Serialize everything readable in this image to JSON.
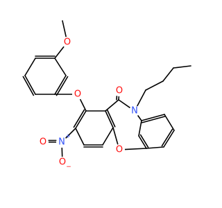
{
  "molecule": {
    "atoms": {
      "o_methoxy": {
        "symbol": "O",
        "color": "#ff0d0d"
      },
      "o_ether_aryl": {
        "symbol": "O",
        "color": "#ff0d0d"
      },
      "o_carbonyl": {
        "symbol": "O",
        "color": "#ff0d0d"
      },
      "n_amide": {
        "symbol": "N",
        "color": "#3050f8"
      },
      "o_ring": {
        "symbol": "O",
        "color": "#ff0d0d"
      },
      "n_nitro": {
        "symbol": "N",
        "color": "#3050f8",
        "charge": "+"
      },
      "o_nitro_double": {
        "symbol": "O",
        "color": "#ff0d0d"
      },
      "o_nitro_single": {
        "symbol": "O",
        "color": "#ff0d0d",
        "charge": "−"
      }
    }
  }
}
